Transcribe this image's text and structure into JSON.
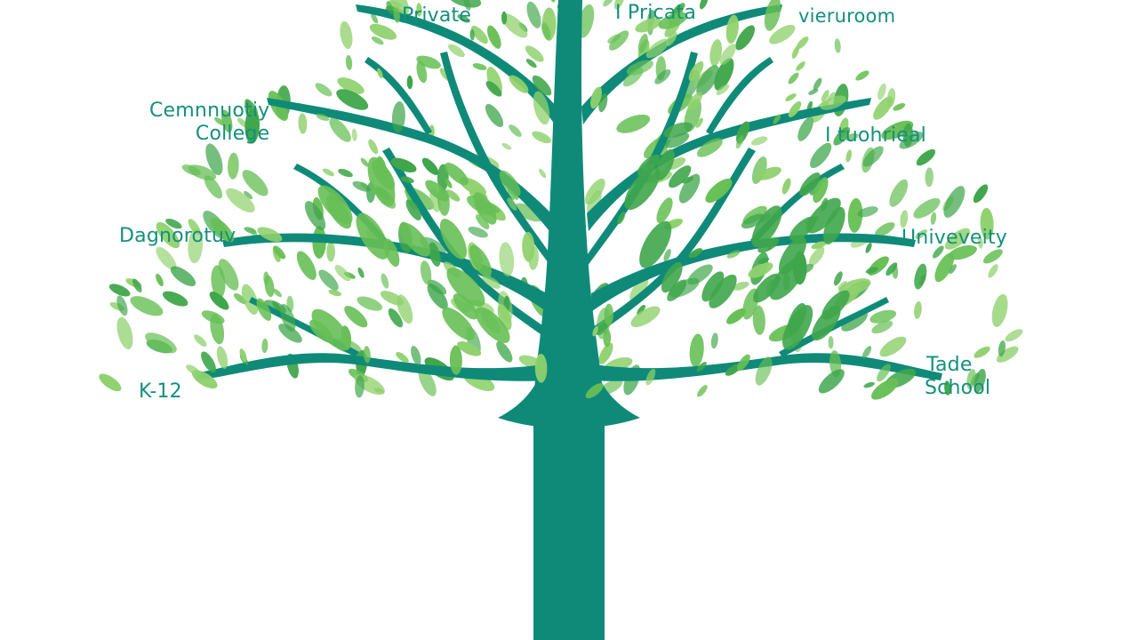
{
  "colors": {
    "trunk": "#0f8a78",
    "trunk_dark": "#0c7b6b",
    "label": "#13907d",
    "leaf_light": "#8fd16d",
    "leaf_mid": "#67bf55",
    "leaf_dark": "#3fa64b"
  },
  "diagram": {
    "icon": "tree-icon",
    "labels": {
      "private": "Private",
      "pricata": "I Pricata",
      "vieruroom": "vieruroom",
      "community_line1": "Cemnnuotiy",
      "community_line2": "College",
      "technical": "I tuohrieal",
      "bagnorotuy": "Dagnorotuy",
      "university": "Univeveity",
      "k12": "K-12",
      "trade_line1": "Tade",
      "trade_line2": "School"
    }
  }
}
